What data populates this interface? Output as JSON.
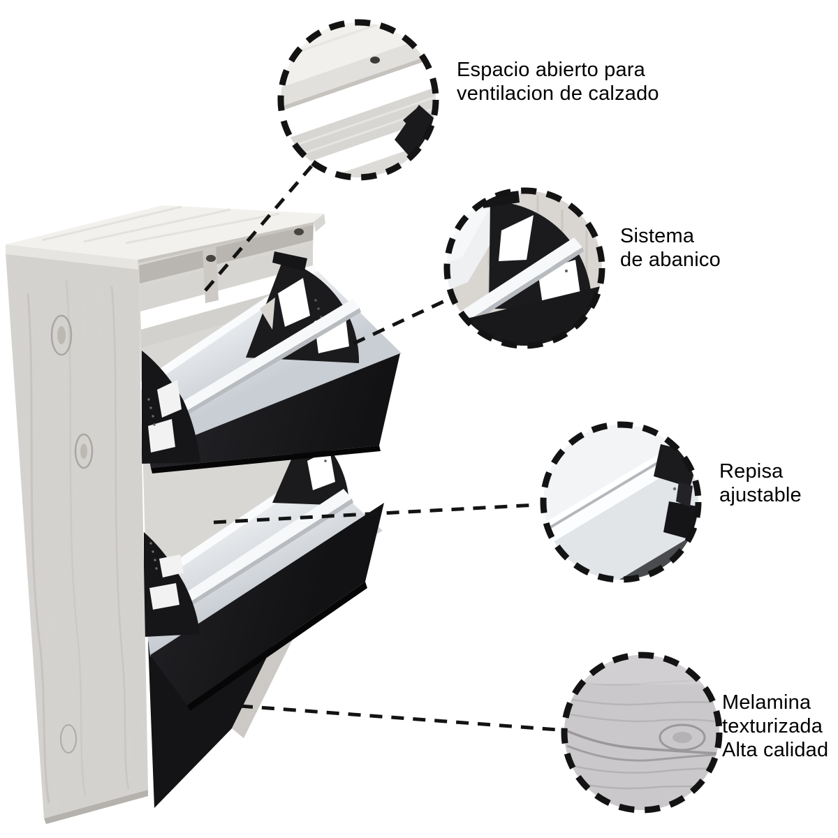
{
  "annotations": {
    "ventilation": {
      "label": "Espacio abierto para\nventilacion de calzado"
    },
    "fan_system": {
      "label": "Sistema\nde abanico"
    },
    "adjustable_shelf": {
      "label": "Repisa\najustable"
    },
    "melamine": {
      "label": "Melamina\ntexturizada\nAlta calidad"
    }
  },
  "colors": {
    "background": "#ffffff",
    "callout_stroke": "#131313",
    "cabinet_black": "#1b1b1d",
    "wood_light_gray": "#d5d3d0",
    "panel_white": "#eef0f2",
    "top_surface": "#f2f1ee"
  }
}
